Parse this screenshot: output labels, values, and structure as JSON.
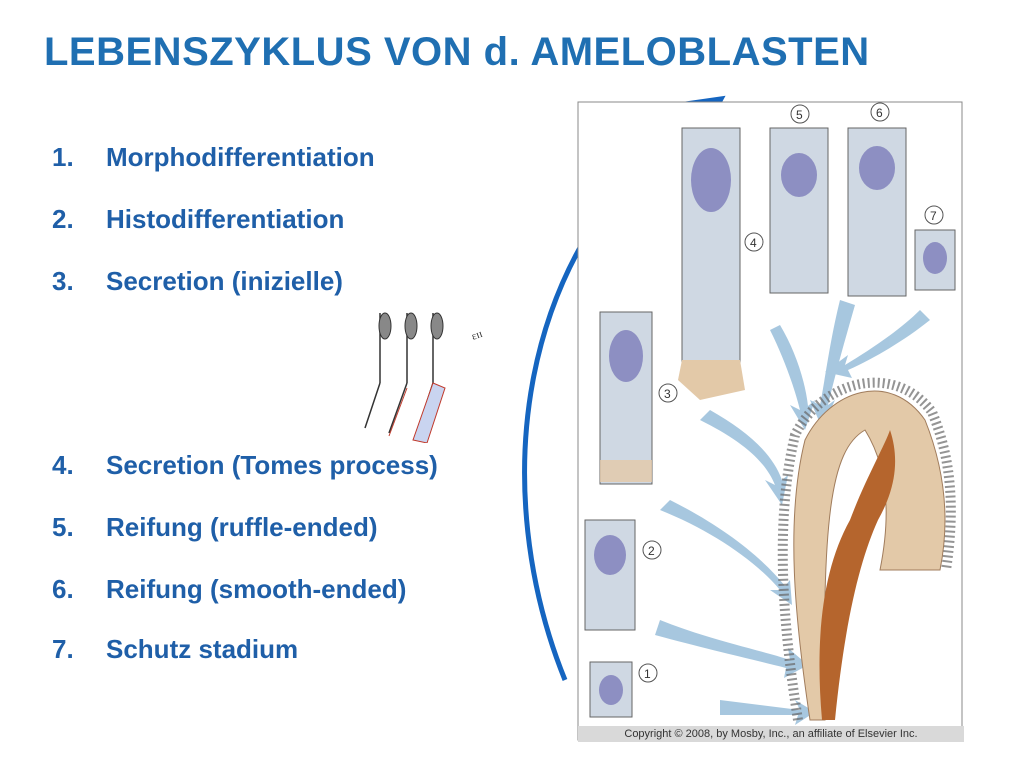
{
  "slide": {
    "title": "LEBENSZYKLUS VON d. AMELOBLASTEN",
    "items": [
      {
        "num": "1.",
        "label": "Morphodifferentiation"
      },
      {
        "num": "2.",
        "label": "Histodifferentiation"
      },
      {
        "num": "3.",
        "label": "Secretion (inizielle)"
      },
      {
        "num": "4.",
        "label": "Secretion (Tomes process)"
      },
      {
        "num": "5.",
        "label": "Reifung (ruffle-ended)"
      },
      {
        "num": "6.",
        "label": "Reifung (smooth-ended)"
      },
      {
        "num": "7.",
        "label": "Schutz stadium"
      }
    ],
    "mini_figure_text": "ɛɪɪ",
    "figure_labels": [
      "1",
      "2",
      "3",
      "4",
      "5",
      "6",
      "7"
    ],
    "copyright": "Copyright © 2008, by Mosby, Inc., an affiliate of Elsevier Inc.",
    "colors": {
      "title": "#1f6fb2",
      "text": "#1f5fa8",
      "arrow": "#1565c0",
      "cell": "#cfd8e3",
      "nucleus": "#8d8fc2",
      "enamel": "#e3c9a8",
      "dentin": "#b5652d",
      "flow_arrow": "#9ec2dc"
    }
  }
}
